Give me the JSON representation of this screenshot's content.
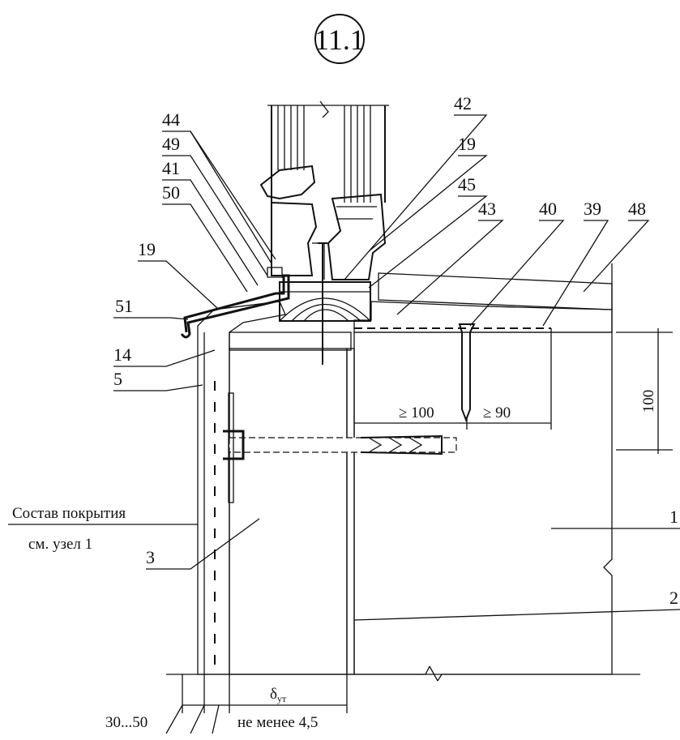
{
  "title": "11.1",
  "callouts": [
    "44",
    "49",
    "41",
    "50",
    "19",
    "51",
    "14",
    "5",
    "42",
    "19",
    "45",
    "43",
    "40",
    "39",
    "48",
    "1",
    "2",
    "3"
  ],
  "dimensions": {
    "min_100": "≥ 100",
    "min_90": "≥ 90",
    "height_100": "100",
    "delta": "δ",
    "delta_sub": "ут",
    "range": "30...50",
    "min_thickness": "не менее 4,5"
  },
  "note": {
    "line1": "Состав покрытия",
    "line2": "см. узел 1"
  }
}
